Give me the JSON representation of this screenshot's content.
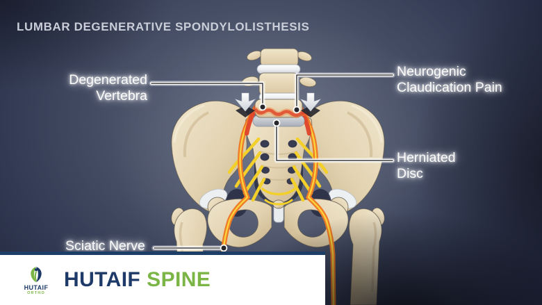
{
  "title": "LUMBAR DEGENERATIVE SPONDYLOLISTHESIS",
  "labels": {
    "degenerated_vertebra": {
      "line1": "Degenerated",
      "line2": "Vertebra"
    },
    "neurogenic": {
      "line1": "Neurogenic",
      "line2": "Claudication Pain"
    },
    "herniated_disc": {
      "line1": "Herniated",
      "line2": "Disc"
    },
    "sciatic_nerve": {
      "text": "Sciatic Nerve"
    }
  },
  "footer": {
    "brand_primary": "HUTAIF",
    "brand_secondary": "SPINE",
    "logo_text": "HUTAIF",
    "logo_subtext": "ORTHO"
  },
  "illustration": {
    "subject": "pelvis-and-lumbar-spine-with-slipped-vertebra",
    "icons": [
      "down-arrow-icon",
      "callout-line",
      "callout-dot",
      "hutaif-logo-icon"
    ]
  },
  "colors": {
    "brand_navy": "#1e3a68",
    "brand_green": "#7ab546",
    "footer_border": "#1d3e66",
    "title_text": "#c9ced8",
    "label_text": "#fbfbfb",
    "bone": "#e4d4b2",
    "disc_white": "#f4f5f6",
    "nerve_yellow": "#f3cf2a",
    "nerve_orange": "#ee7b27",
    "inflamed_red": "#df452a"
  }
}
